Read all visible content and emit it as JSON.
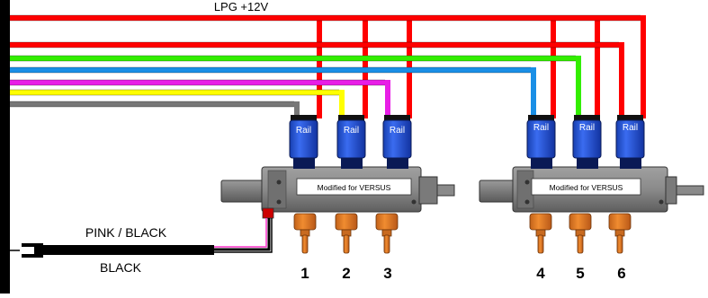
{
  "labels": {
    "lpg_supply": "LPG +12V",
    "pink_black": "PINK / BLACK",
    "black": "BLACK",
    "rail": "Rail",
    "plate": "Modified for VERSUS"
  },
  "injectors": [
    "1",
    "2",
    "3",
    "4",
    "5",
    "6"
  ],
  "wire_colors": {
    "red": "#ff0000",
    "green": "#33ee00",
    "blue": "#1a8fe6",
    "magenta": "#e81ee6",
    "yellow": "#ffff00",
    "gray": "#777777",
    "black": "#000000",
    "pink": "#ff33cc"
  },
  "component_colors": {
    "rail_body": "#1f4fd6",
    "rail_cap": "#0a1a55",
    "manifold": "#7f7f7f",
    "nozzle": "#e07a1f",
    "connector": "#cc0000"
  }
}
